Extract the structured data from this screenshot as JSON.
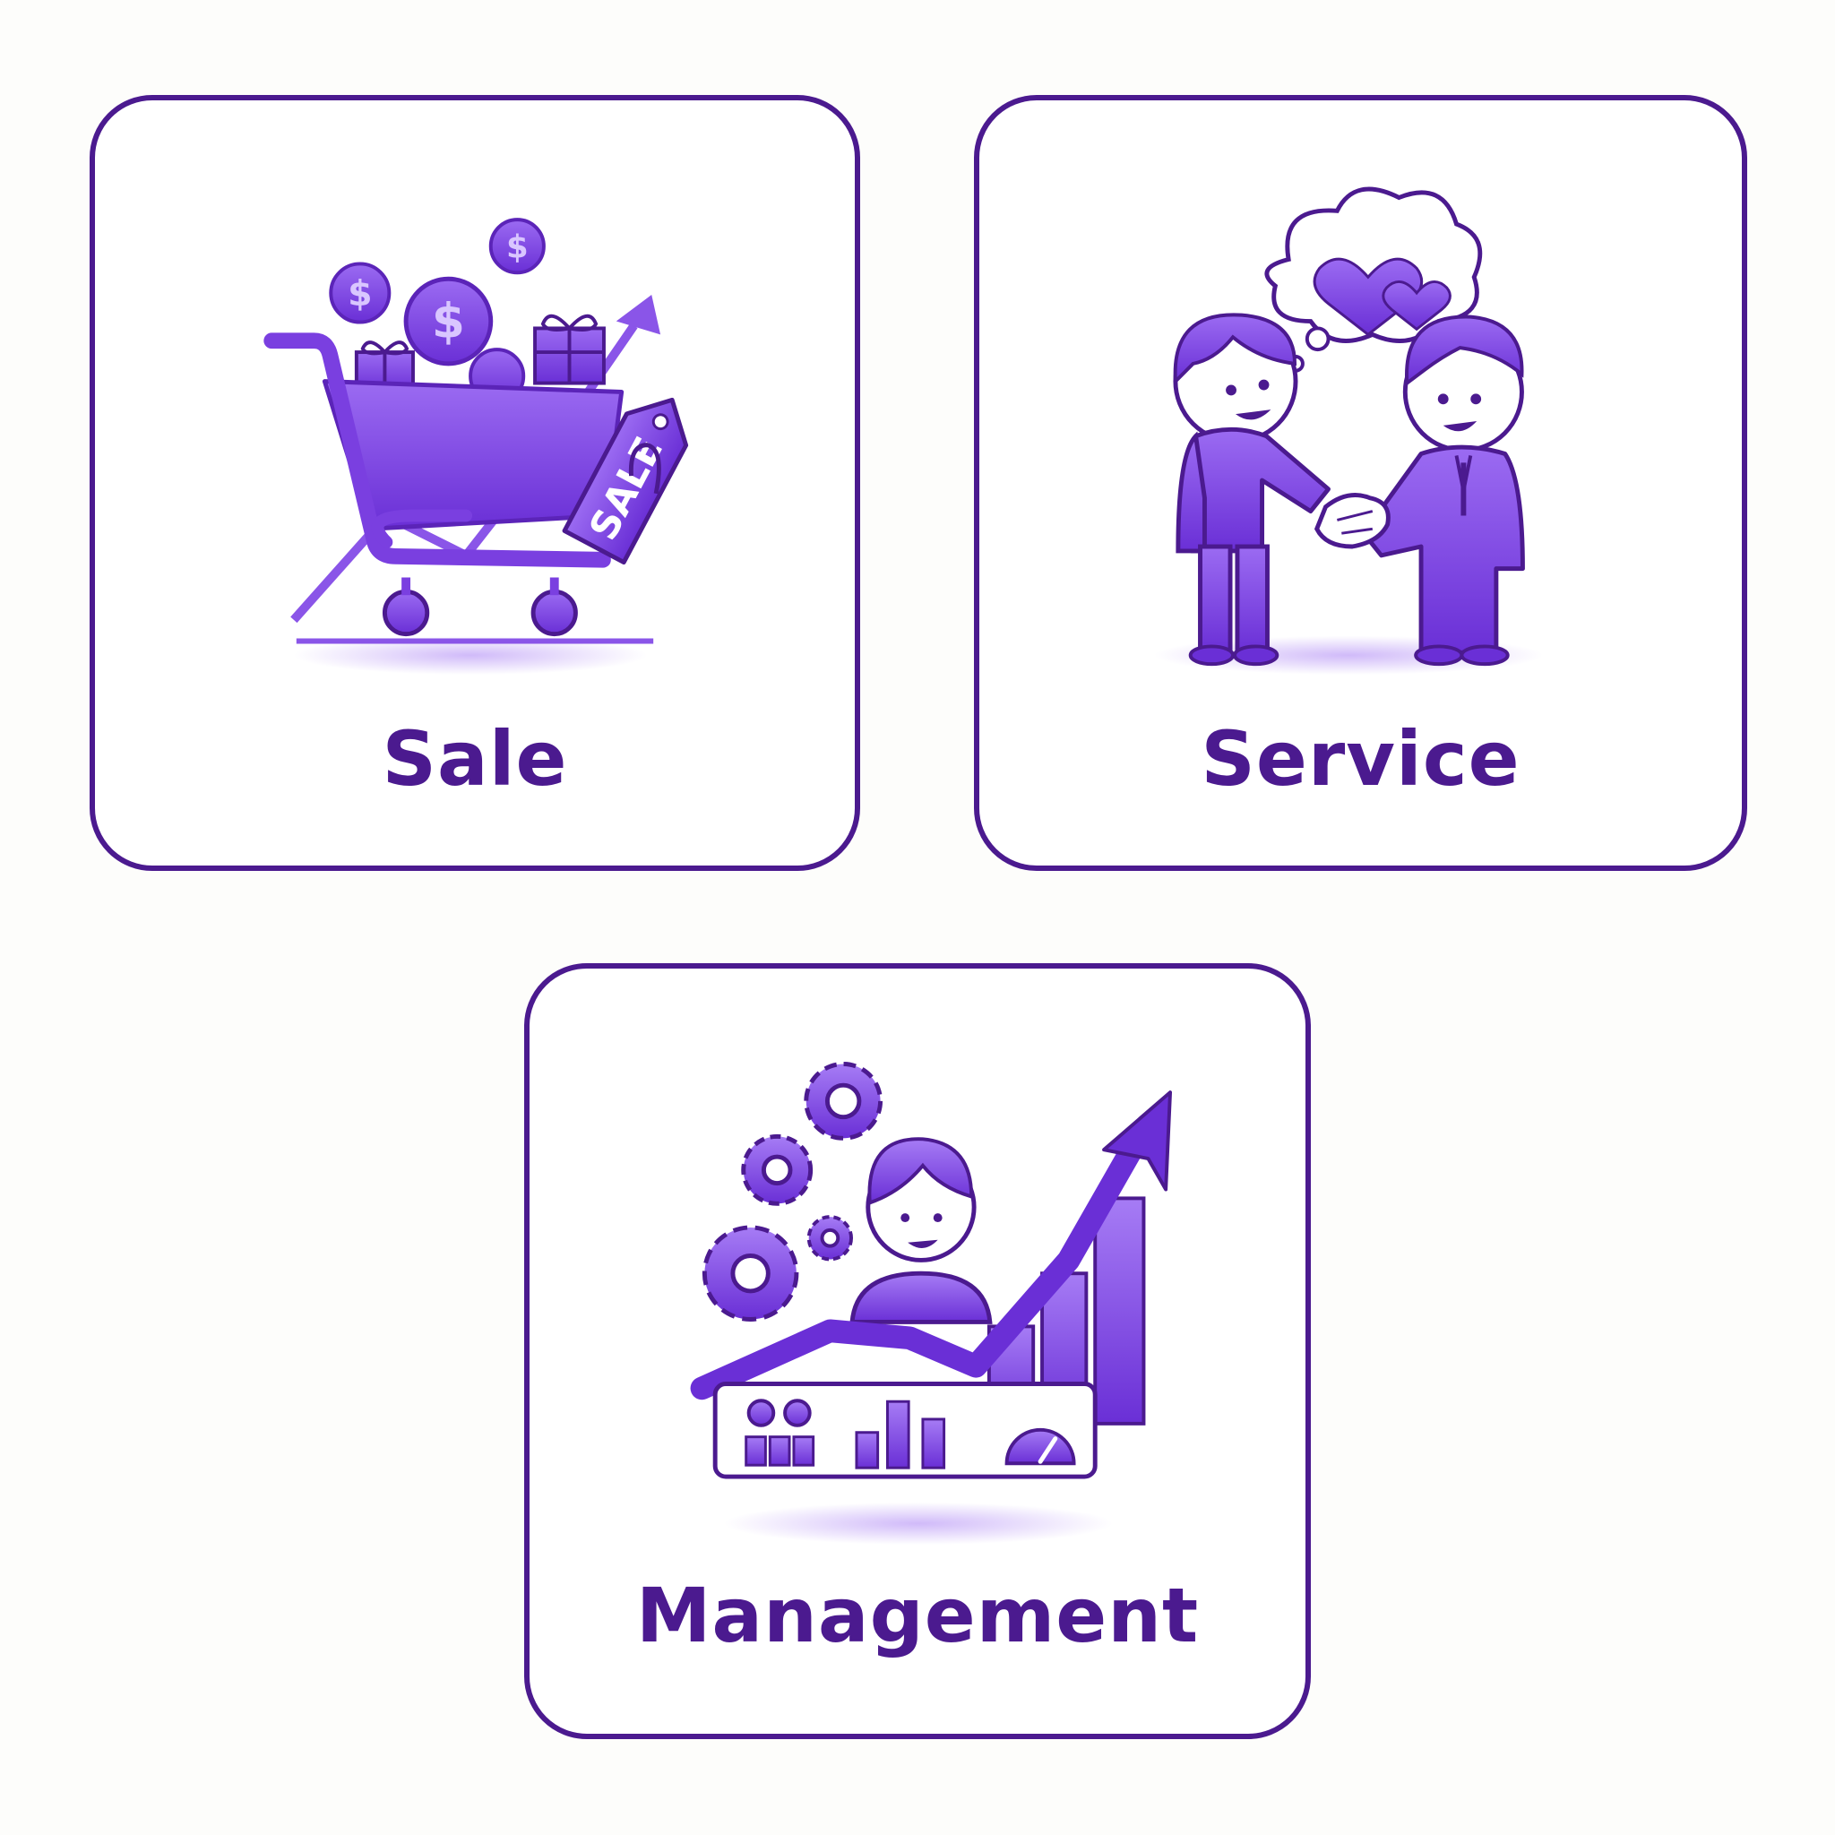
{
  "cards": [
    {
      "label": "Sale",
      "icon": "shopping-cart-sale-icon",
      "badge_text": "SALE",
      "coin_symbol": "$"
    },
    {
      "label": "Service",
      "icon": "handshake-icon"
    },
    {
      "label": "Management",
      "icon": "growth-dashboard-icon"
    }
  ],
  "colors": {
    "outline": "#4b1a8f",
    "primary": "#7a3fe0",
    "light": "#a67cf5",
    "label": "#4b1a8f"
  }
}
